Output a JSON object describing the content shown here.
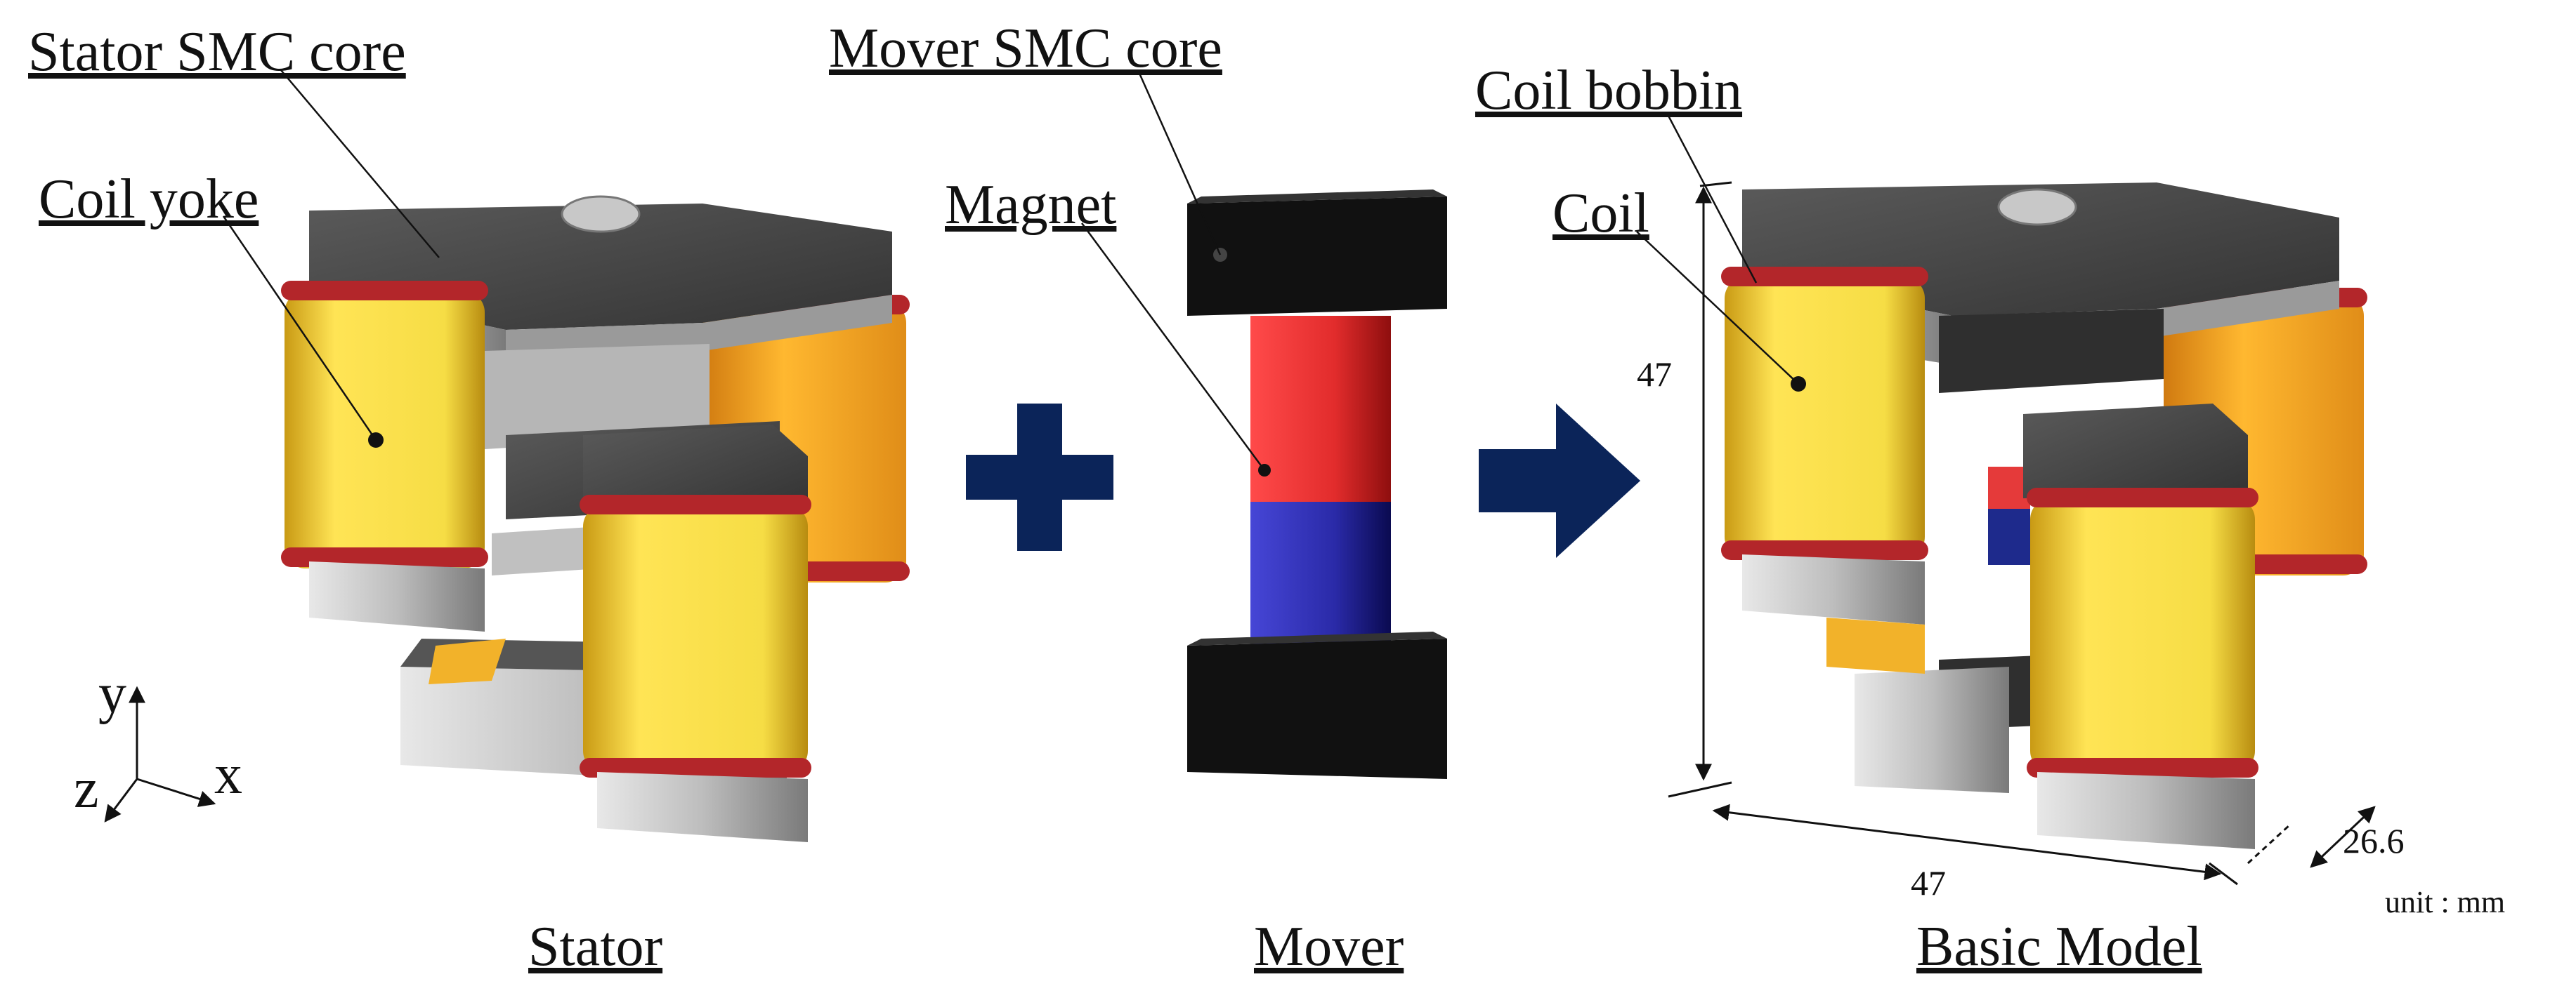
{
  "labels": {
    "stator_smc_core": "Stator SMC core",
    "coil_yoke": "Coil yoke",
    "mover_smc_core": "Mover SMC core",
    "magnet": "Magnet",
    "coil_bobbin": "Coil bobbin",
    "coil": "Coil"
  },
  "captions": {
    "stator": "Stator",
    "mover": "Mover",
    "basic_model": "Basic Model"
  },
  "axes": {
    "y": "y",
    "x": "x",
    "z": "z"
  },
  "dimensions": {
    "height": "47",
    "width": "47",
    "depth": "26.6",
    "unit": "unit : mm"
  },
  "colors": {
    "core_dark": "#4a4a4a",
    "core_light": "#d4d4d4",
    "coil_yellow": "#f2d53c",
    "coil_orange": "#f4a82a",
    "bobbin_red": "#b3262a",
    "magnet_red": "#e53a3a",
    "magnet_blue": "#1e2a8c",
    "mover_black": "#111111",
    "operator_navy": "#0b2459"
  },
  "icons": {
    "plus": "plus-icon",
    "arrow": "right-arrow-icon"
  }
}
